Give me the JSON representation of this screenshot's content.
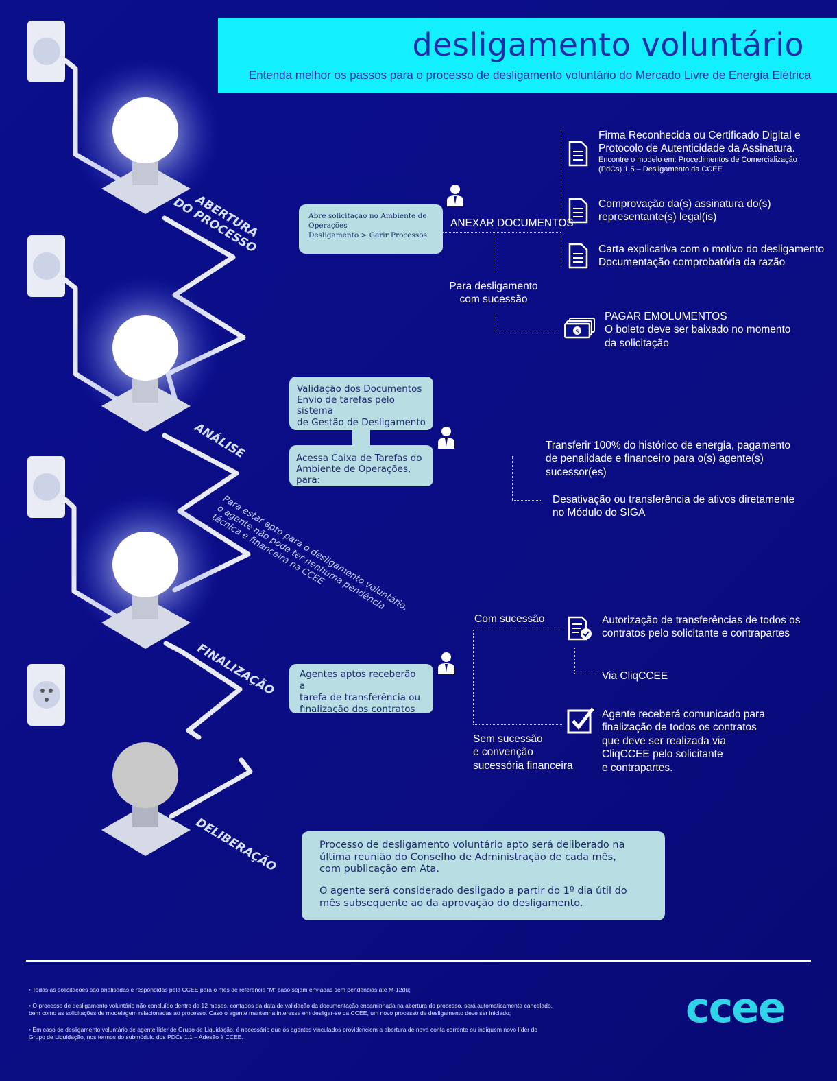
{
  "header": {
    "title": "desligamento voluntário",
    "subtitle": "Entenda melhor os passos para o processo de desligamento voluntário do Mercado Livre de Energia Elétrica"
  },
  "stages": {
    "abertura": [
      "ABERTURA",
      "DO PROCESSO"
    ],
    "analise": "ANÁLISE",
    "finalizacao": "FINALIZAÇÃO",
    "deliberacao": "DELIBERAÇÃO"
  },
  "diagonal_note": [
    "Para estar apto para o desligamento voluntário,",
    "o agente não pode ter nenhuma pendência",
    "técnica e financeira na CCEE"
  ],
  "abertura": {
    "box": [
      "Abre solicitação no Ambiente de",
      "Operações",
      "Desligamento > Gerir Processos"
    ],
    "anexar": "ANEXAR DOCUMENTOS",
    "docs": [
      {
        "lines": [
          "Firma Reconhecida ou Certificado Digital e",
          "Protocolo de Autenticidade da Assinatura."
        ],
        "note": [
          "Encontre o modelo em: Procedimentos de Comercialização",
          "(PdCs) 1.5 – Desligamento da CCEE"
        ]
      },
      {
        "lines": [
          "Comprovação da(s) assinatura do(s)",
          "representante(s) legal(is)"
        ]
      },
      {
        "lines": [
          "Carta explicativa com o motivo do desligamento",
          "Documentação comprobatória da razão"
        ]
      }
    ],
    "sucessao": [
      "Para desligamento",
      "com sucessão"
    ],
    "pagar_title": "PAGAR EMOLUMENTOS",
    "pagar_text": [
      "O boleto deve ser baixado no momento",
      "da solicitação"
    ]
  },
  "analise": {
    "box1": [
      "Validação dos Documentos",
      "Envio de tarefas pelo sistema",
      "de Gestão de Desligamento"
    ],
    "box2": [
      "Acessa Caixa de Tarefas do",
      "Ambiente de Operações, para:"
    ],
    "item1": [
      "Transferir 100% do histórico de energia, pagamento",
      "de penalidade e financeiro para o(s) agente(s)",
      "sucessor(es)"
    ],
    "item2": [
      "Desativação ou transferência de ativos diretamente",
      "no Módulo do SIGA"
    ]
  },
  "finalizacao": {
    "box": [
      "Agentes aptos receberão a",
      "tarefa de transferência ou",
      "finalização dos contratos"
    ],
    "com_sucessao": "Com sucessão",
    "autorizacao": [
      "Autorização de transferências de todos os",
      "contratos pelo solicitante e contrapartes"
    ],
    "via": "Via CliqCCEE",
    "sem_sucessao": [
      "Sem sucessão",
      "e convenção",
      "sucessória financeira"
    ],
    "agente": [
      "Agente receberá comunicado para",
      "finalização de todos os contratos",
      "que deve ser realizada via",
      "CliqCCEE pelo solicitante",
      "e contrapartes."
    ]
  },
  "deliberacao": {
    "p1": [
      "Processo de desligamento voluntário apto será deliberado na",
      "última reunião do Conselho de Administração de cada mês,",
      "com publicação em Ata."
    ],
    "p2": [
      "O agente será considerado desligado a partir do 1º dia útil do",
      "mês subsequente ao da aprovação do desligamento."
    ]
  },
  "footnotes": [
    "• Todas as solicitações são analisadas e respondidas pela CCEE para o mês de referência “M” caso sejam enviadas sem pendências até M-12du;",
    "• O processo de desligamento voluntário não concluído dentro de 12 meses, contados da data de validação da documentação encaminhada na abertura do processo, será automaticamente cancelado,",
    "bem como as solicitações de modelagem relacionadas ao processo. Caso o agente mantenha interesse em desligar-se da CCEE, um novo processo de desligamento deve ser iniciado;",
    "• Em caso de desligamento voluntário de agente líder de Grupo de Liquidação, é necessário que os agentes vinculados providenciem a abertura de nova conta corrente ou indiquem novo líder do",
    "Grupo de Liquidação, nos termos do submódulo dos PDCs 1.1 – Adesão à CCEE."
  ],
  "logo": "ccee",
  "colors": {
    "background": "#0a0f8a",
    "header": "#12f0ff",
    "box": "#b8dde2",
    "title": "#1b2fa8"
  },
  "icons": [
    "user-icon",
    "document-icon",
    "money-icon",
    "checklist-icon",
    "checkmark-icon",
    "outlet-icon",
    "lightbulb-icon"
  ]
}
